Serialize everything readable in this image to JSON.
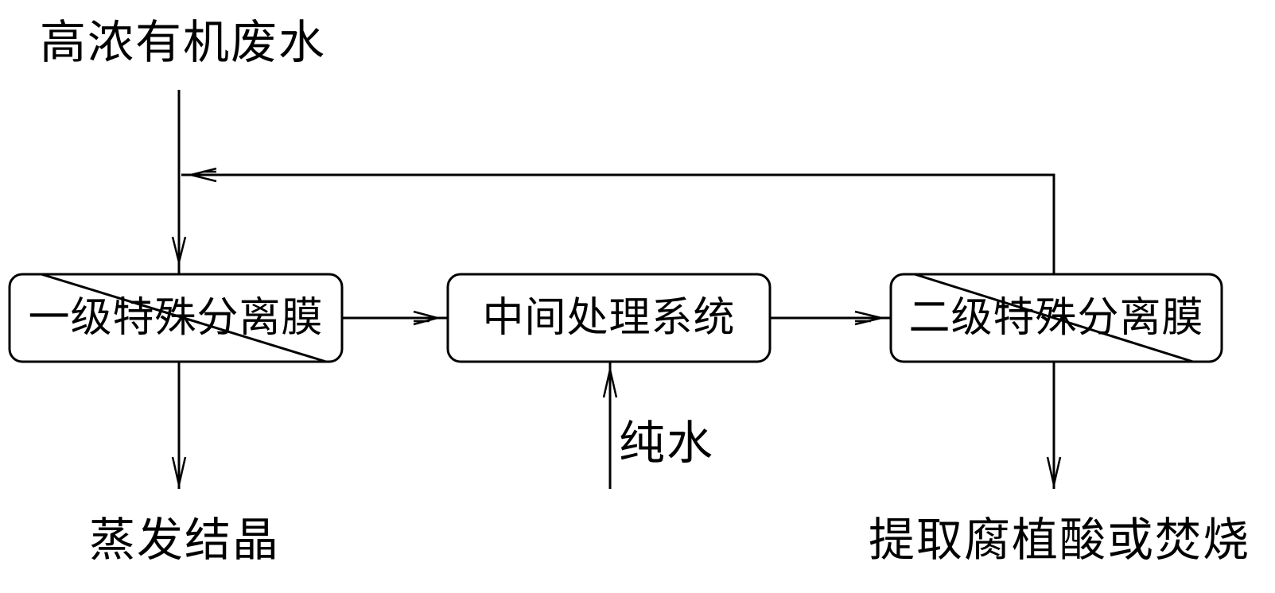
{
  "labels": {
    "input": "高浓有机废水",
    "output_left": "蒸发结晶",
    "pure_water": "纯水",
    "output_right": "提取腐植酸或焚烧"
  },
  "boxes": {
    "first_membrane": "一级特殊分离膜",
    "intermediate": "中间处理系统",
    "second_membrane": "二级特殊分离膜"
  }
}
